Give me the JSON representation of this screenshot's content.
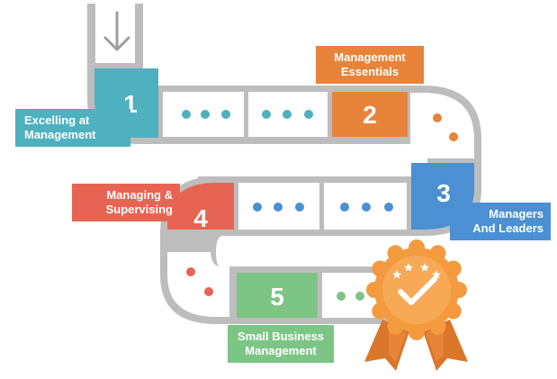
{
  "steps": [
    {
      "number": "1",
      "label_lines": [
        "Excelling at",
        "Management"
      ]
    },
    {
      "number": "2",
      "label_lines": [
        "Management",
        "Essentials"
      ]
    },
    {
      "number": "3",
      "label_lines": [
        "Managers",
        "And Leaders"
      ]
    },
    {
      "number": "4",
      "label_lines": [
        "Managing &",
        "Supervising"
      ]
    },
    {
      "number": "5",
      "label_lines": [
        "Small Business",
        "Management"
      ]
    }
  ],
  "colors": {
    "teal": "#4FB0BF",
    "orange": "#E8833A",
    "blue": "#4A90D2",
    "red": "#E86452",
    "green": "#7DC585",
    "track": "#BDBDBD",
    "badge": "#F49A3F",
    "ribbon": "#D9762A"
  },
  "icons": {
    "start": "down-arrow-icon",
    "finish": "award-badge-icon"
  }
}
